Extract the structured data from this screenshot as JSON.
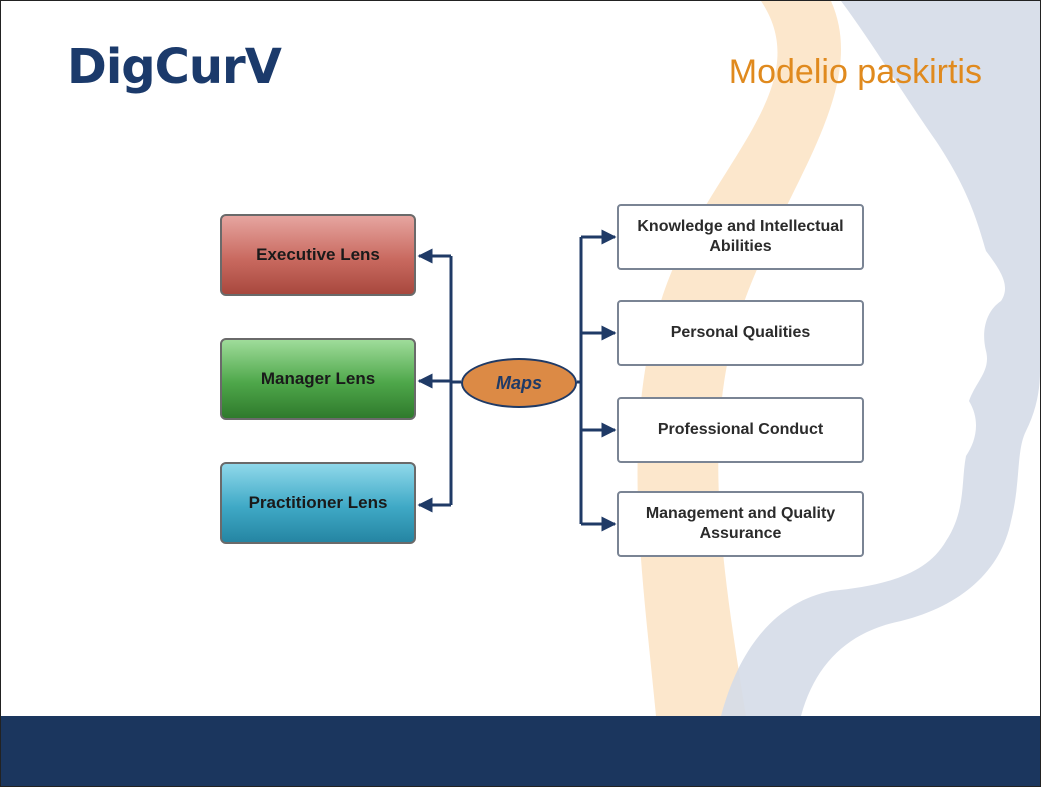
{
  "header": {
    "logo_text": "DigCurV",
    "slide_title": "Modelio paskirtis"
  },
  "diagram": {
    "center_label": "Maps",
    "lenses": [
      {
        "label": "Executive Lens",
        "color": "#c96a60"
      },
      {
        "label": "Manager Lens",
        "color": "#4ea74a"
      },
      {
        "label": "Practitioner Lens",
        "color": "#3fa9c6"
      }
    ],
    "areas": [
      {
        "label": "Knowledge and Intellectual Abilities"
      },
      {
        "label": "Personal Qualities"
      },
      {
        "label": "Professional Conduct"
      },
      {
        "label": "Management and Quality Assurance"
      }
    ]
  },
  "colors": {
    "brand_navy": "#1b365e",
    "title_orange": "#e08a1e",
    "maps_orange": "#dc8a45"
  }
}
